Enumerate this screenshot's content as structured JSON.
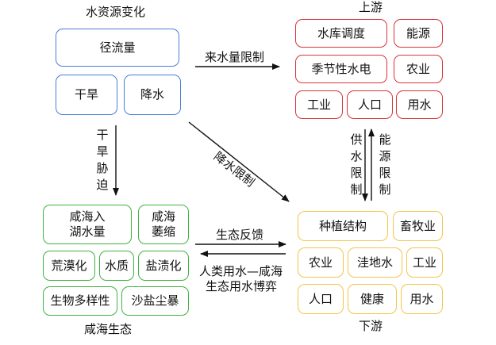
{
  "water_change": {
    "title": "水资源变化",
    "runoff": "径流量",
    "drought": "干旱",
    "precip": "降水"
  },
  "upstream": {
    "title": "上游",
    "items": [
      "水库调度",
      "能源",
      "季节性水电",
      "农业",
      "工业",
      "人口",
      "用水"
    ]
  },
  "lake": {
    "title": "咸海生态",
    "items": [
      "咸海入\n湖水量",
      "咸海\n萎缩",
      "荒漠化",
      "水质",
      "盐渍化",
      "生物多样性",
      "沙盐尘暴"
    ]
  },
  "downstream": {
    "title": "下游",
    "items": [
      "种植结构",
      "畜牧业",
      "农业",
      "洼地水",
      "工业",
      "人口",
      "健康",
      "用水"
    ]
  },
  "links": {
    "inflow_limit": "来水量限制",
    "precip_limit": "降水限制",
    "drought_stress": "干\n旱\n胁\n迫",
    "supply_limit": "供\n水\n限\n制",
    "energy_limit": "能\n源\n限\n制",
    "eco_feedback": "生态反馈",
    "tradeoff_line1": "人类用水—咸海",
    "tradeoff_line2": "生态用水博弈"
  }
}
